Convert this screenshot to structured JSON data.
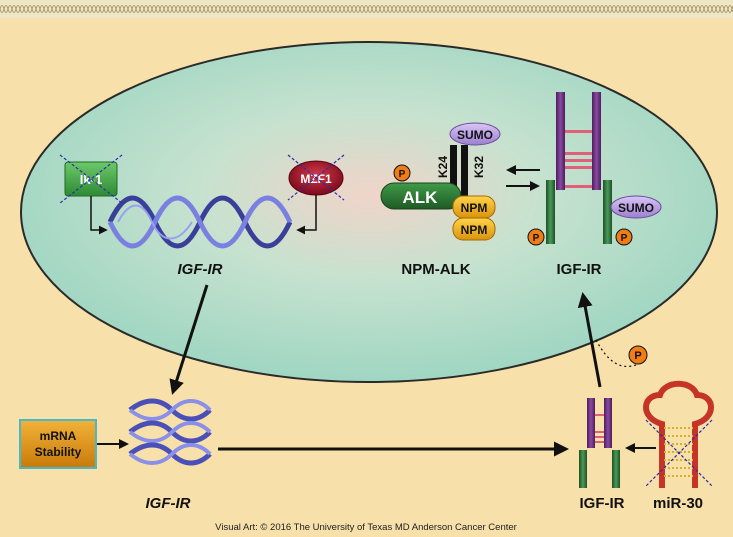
{
  "nucleus": {
    "gene_label": "IGF-IR",
    "factor_left": "Ik-1",
    "factor_right": "MZF1"
  },
  "fusion": {
    "title": "NPM-ALK",
    "alk_label": "ALK",
    "npm_label_1": "NPM",
    "npm_label_2": "NPM",
    "sumo_label": "SUMO",
    "site_1": "K24",
    "site_2": "K32",
    "phospho_label": "P"
  },
  "receptor_nuclear": {
    "title": "IGF-IR",
    "sumo_label": "SUMO",
    "phospho_left": "P",
    "phospho_right": "P"
  },
  "cytoplasm": {
    "mrna_label": "IGF-IR",
    "stability_line1": "mRNA",
    "stability_line2": "Stability",
    "receptor_label": "IGF-IR",
    "mirna_label": "miR-30",
    "phospho_label": "P"
  },
  "credit": "Visual Art: © 2016 The University of Texas MD Anderson Cancer Center",
  "colors": {
    "background": "#f7e0a9",
    "nucleus": "#a8d8c2",
    "helix": "#5a5fbf",
    "receptor_purple": "#6b2f7d",
    "receptor_green": "#2e6e3a",
    "alk_green": "#2f7a35",
    "npm_orange": "#f2b21b",
    "sumo_lavender": "#b89be0",
    "phospho_orange": "#f07d14",
    "mzf1_red": "#a8142a",
    "ik1_green": "#3aa33f",
    "mirna_red": "#c53329"
  },
  "icons": [
    "membrane-pattern",
    "dna-double-helix",
    "mrna-strands",
    "hairpin-mirna",
    "blocked-cross"
  ]
}
